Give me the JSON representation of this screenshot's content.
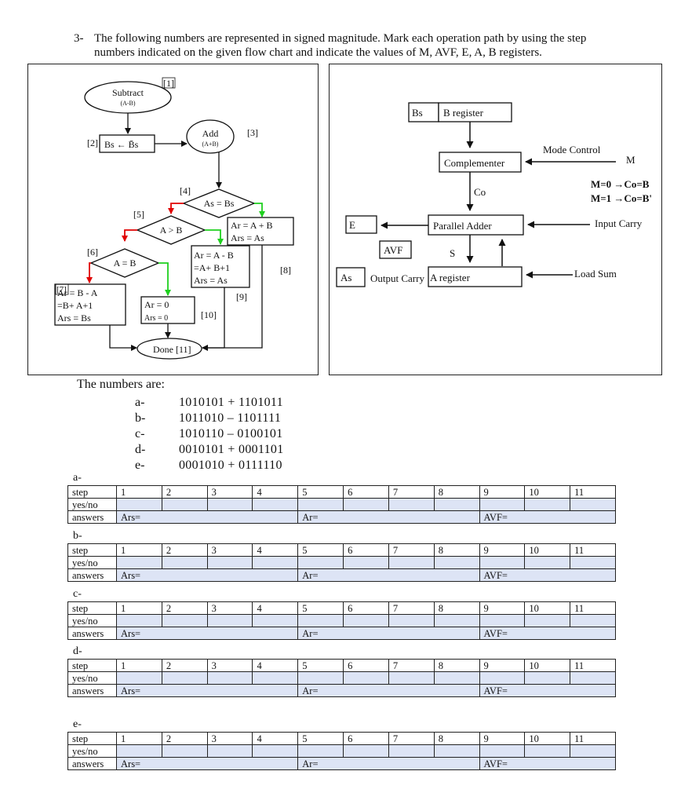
{
  "question": {
    "number": "3-",
    "text": "The following numbers are represented in signed magnitude. Mark each operation path by using the step numbers indicated on the given flow chart and indicate the values of M, AVF, E, A, B registers."
  },
  "flowchart": {
    "start": {
      "line1": "Subtract",
      "line2": "(A-B)",
      "step": "[1]"
    },
    "step2": {
      "label": "[2]",
      "text": "Bs ← B̄s"
    },
    "add": {
      "line1": "Add",
      "line2": "(A+B)",
      "step": "[3]"
    },
    "step4": {
      "label": "[4]",
      "cond": "As = Bs"
    },
    "step5": {
      "label": "[5]",
      "cond": "A > B"
    },
    "step6": {
      "label": "[6]",
      "cond": "A = B"
    },
    "step7": {
      "label": "[7]",
      "l1": "Ar = B - A",
      "l2": "=B+ A+1",
      "l3": "Ars = Bs"
    },
    "step8": {
      "label": "[8]",
      "l1": "Ar = A + B",
      "l2": "Ars = As"
    },
    "step9": {
      "label": "[9]",
      "l1": "Ar = A - B",
      "l2": "=A+ B+1",
      "l3": "Ars = As"
    },
    "step10": {
      "label": "[10]",
      "l1": "Ar = 0",
      "l2": "Ars = 0"
    },
    "done": {
      "text": "Done",
      "step": "[11]"
    }
  },
  "hardware": {
    "bs": "Bs",
    "b_register": "B register",
    "complementer": "Complementer",
    "mode_control": "Mode Control",
    "m": "M",
    "m0": "M=0 →Co=B",
    "m1": "M=1 →Co=B'",
    "co": "Co",
    "e": "E",
    "parallel_adder": "Parallel Adder",
    "input_carry": "Input Carry",
    "avf": "AVF",
    "s": "S",
    "as": "As",
    "output_carry": "Output Carry",
    "a_register": "A register",
    "load_sum": "Load Sum"
  },
  "numbers": {
    "title": "The numbers are:",
    "items": [
      {
        "label": "a-",
        "expr": "1010101 + 1101011"
      },
      {
        "label": "b-",
        "expr": "1011010 – 1101111"
      },
      {
        "label": "c-",
        "expr": "1010110 – 0100101"
      },
      {
        "label": "d-",
        "expr": "0010101 + 0001101"
      },
      {
        "label": "e-",
        "expr": "0001010 + 0111110"
      }
    ]
  },
  "tables": {
    "row_step": "step",
    "row_yesno": "yes/no",
    "row_answers": "answers",
    "steps": [
      "1",
      "2",
      "3",
      "4",
      "5",
      "6",
      "7",
      "8",
      "9",
      "10",
      "11"
    ],
    "ars": "Ars=",
    "ar": "Ar=",
    "avf": "AVF=",
    "sections": [
      "a-",
      "b-",
      "c-",
      "d-",
      "e-"
    ]
  }
}
